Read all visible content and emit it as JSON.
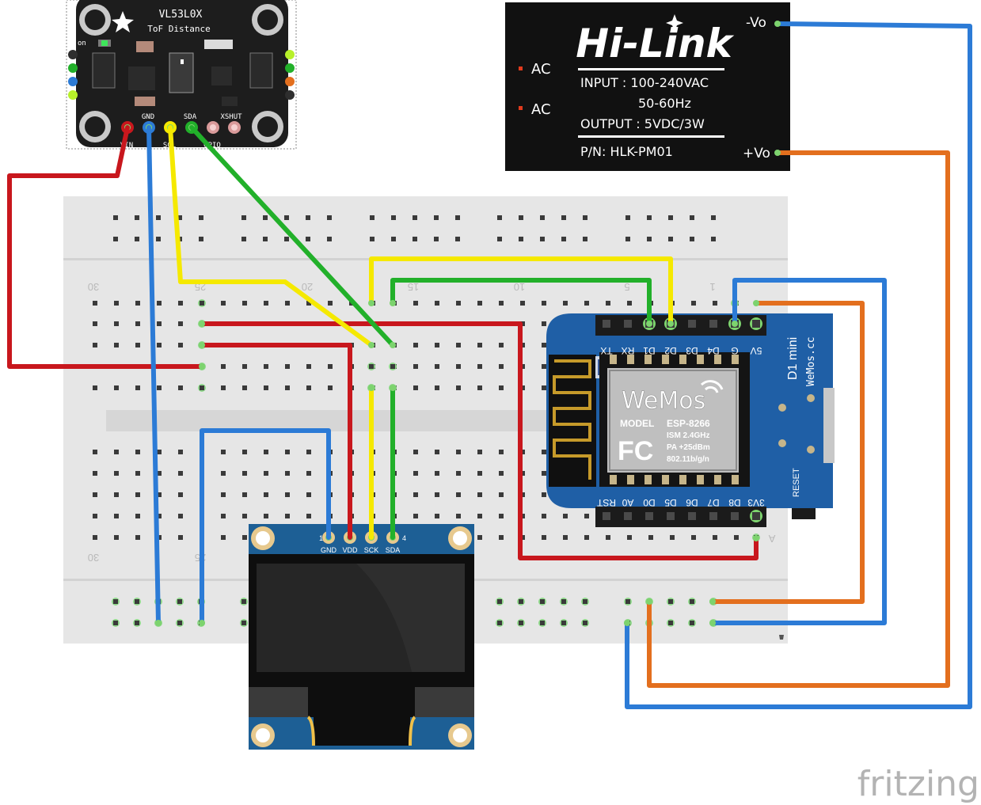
{
  "tof": {
    "title": "VL53L0X",
    "subtitle": "ToF Distance",
    "on_label": "on",
    "pins": [
      "VIN",
      "GND",
      "SCL",
      "SDA",
      "GPIO",
      "XSHUT"
    ]
  },
  "hilink": {
    "brand": "Hi-Link",
    "ac1": "AC",
    "ac2": "AC",
    "input_line": "INPUT : 100-240VAC",
    "freq_line": "50-60Hz",
    "output_line": "OUTPUT : 5VDC/3W",
    "pn_line": "P/N: HLK-PM01",
    "neg_out": "-Vo",
    "pos_out": "+Vo"
  },
  "breadboard": {
    "column_numbers_top": [
      "30",
      "25",
      "20",
      "15",
      "10",
      "5",
      "1"
    ],
    "column_numbers_bottom": [
      "30",
      "25"
    ],
    "row_letter": "A"
  },
  "wemos": {
    "top_pins": [
      "TX",
      "RX",
      "D1",
      "D2",
      "D3",
      "D4",
      "G",
      "5V"
    ],
    "bottom_pins": [
      "RST",
      "A0",
      "D0",
      "D5",
      "D6",
      "D7",
      "D8",
      "3V3"
    ],
    "logo": "WeMos",
    "model_label": "MODEL",
    "model_value": "ESP-8266",
    "ism": "ISM 2.4GHz",
    "pa": "PA +25dBm",
    "std": "802.11b/g/n",
    "fc": "FC",
    "board_name": "D1 mini",
    "site": "WeMos.cc",
    "reset": "RESET"
  },
  "oled": {
    "pin_numbers": [
      "1",
      "4"
    ],
    "pins": [
      "GND",
      "VDD",
      "SCK",
      "SDA"
    ]
  },
  "footer": {
    "brand": "fritzing"
  },
  "colors": {
    "wire_red": "#c8171d",
    "wire_blue": "#2c7bd6",
    "wire_yellow": "#f5e900",
    "wire_green": "#22b02a",
    "wire_orange": "#e36f1e",
    "breadboard": "#e6e6e6",
    "wemos_blue": "#1f5fa6",
    "oled_blue": "#1d5f95",
    "hilink_black": "#111111",
    "adafruit_black": "#1d1d1d"
  }
}
